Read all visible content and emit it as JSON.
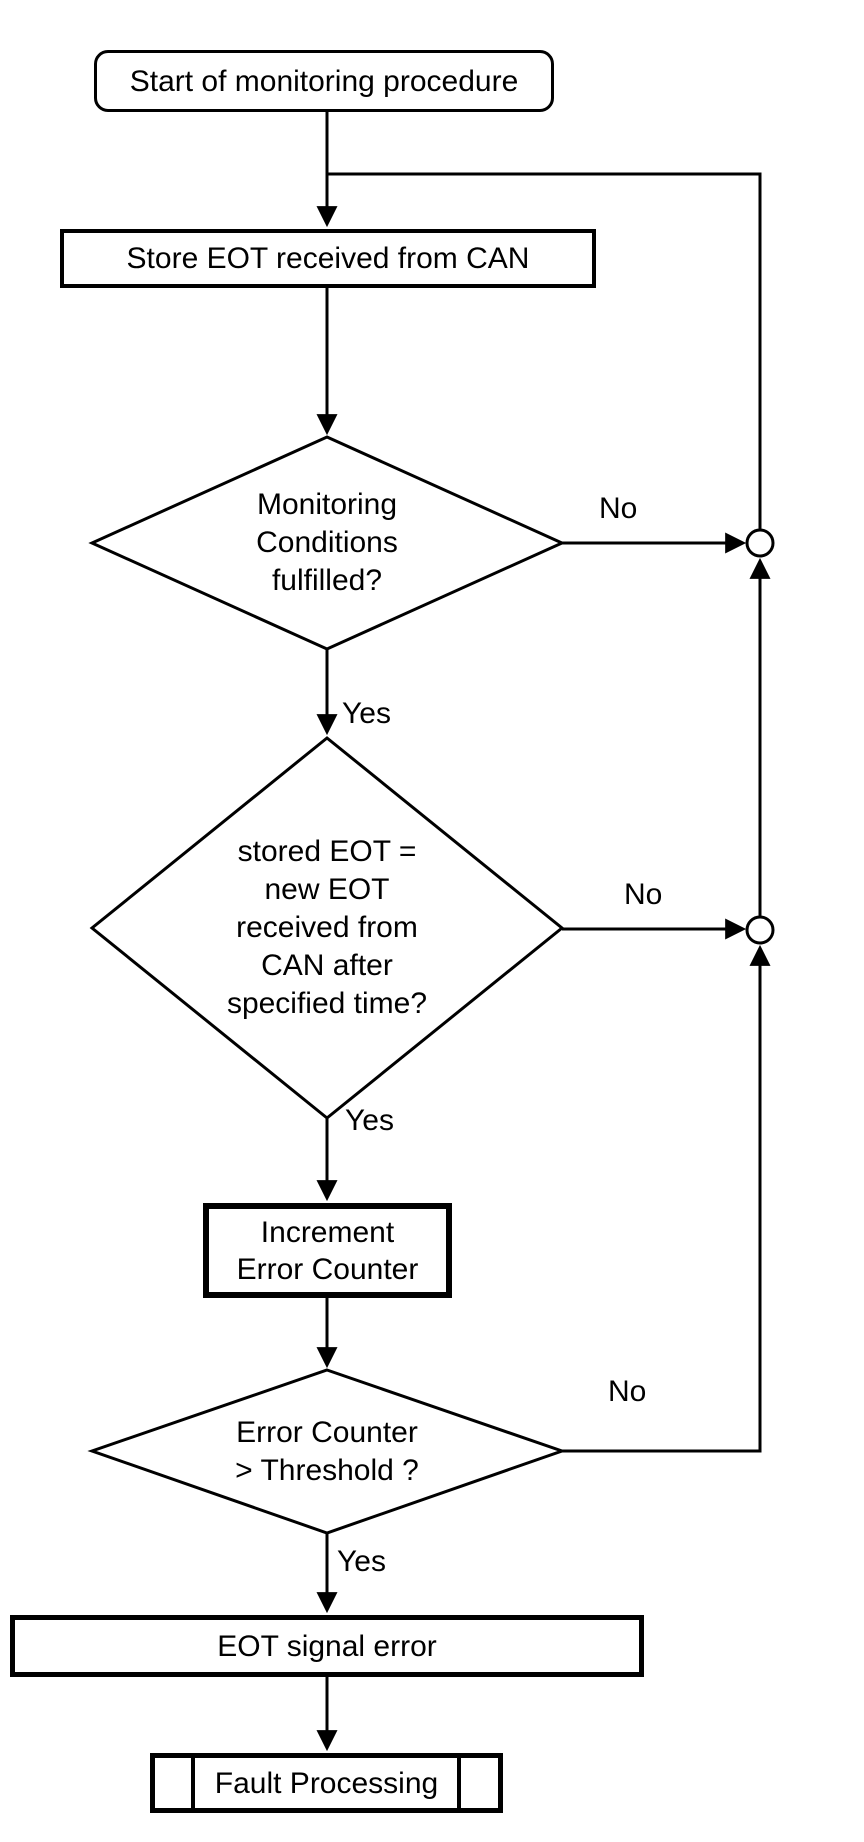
{
  "flowchart": {
    "nodes": {
      "start": "Start of monitoring procedure",
      "store": "Store EOT received from CAN",
      "decision1": "Monitoring\nConditions\nfulfilled?",
      "decision2": "stored EOT =\nnew EOT\nreceived from\nCAN after\nspecified time?",
      "increment": "Increment\nError Counter",
      "decision3": "Error Counter\n> Threshold ?",
      "eot_error": "EOT signal error",
      "fault": "Fault Processing"
    },
    "labels": {
      "decision1_no": "No",
      "decision1_yes": "Yes",
      "decision2_no": "No",
      "decision2_yes": "Yes",
      "decision3_no": "No",
      "decision3_yes": "Yes"
    },
    "colors": {
      "line": "#000000",
      "background": "#ffffff"
    }
  }
}
